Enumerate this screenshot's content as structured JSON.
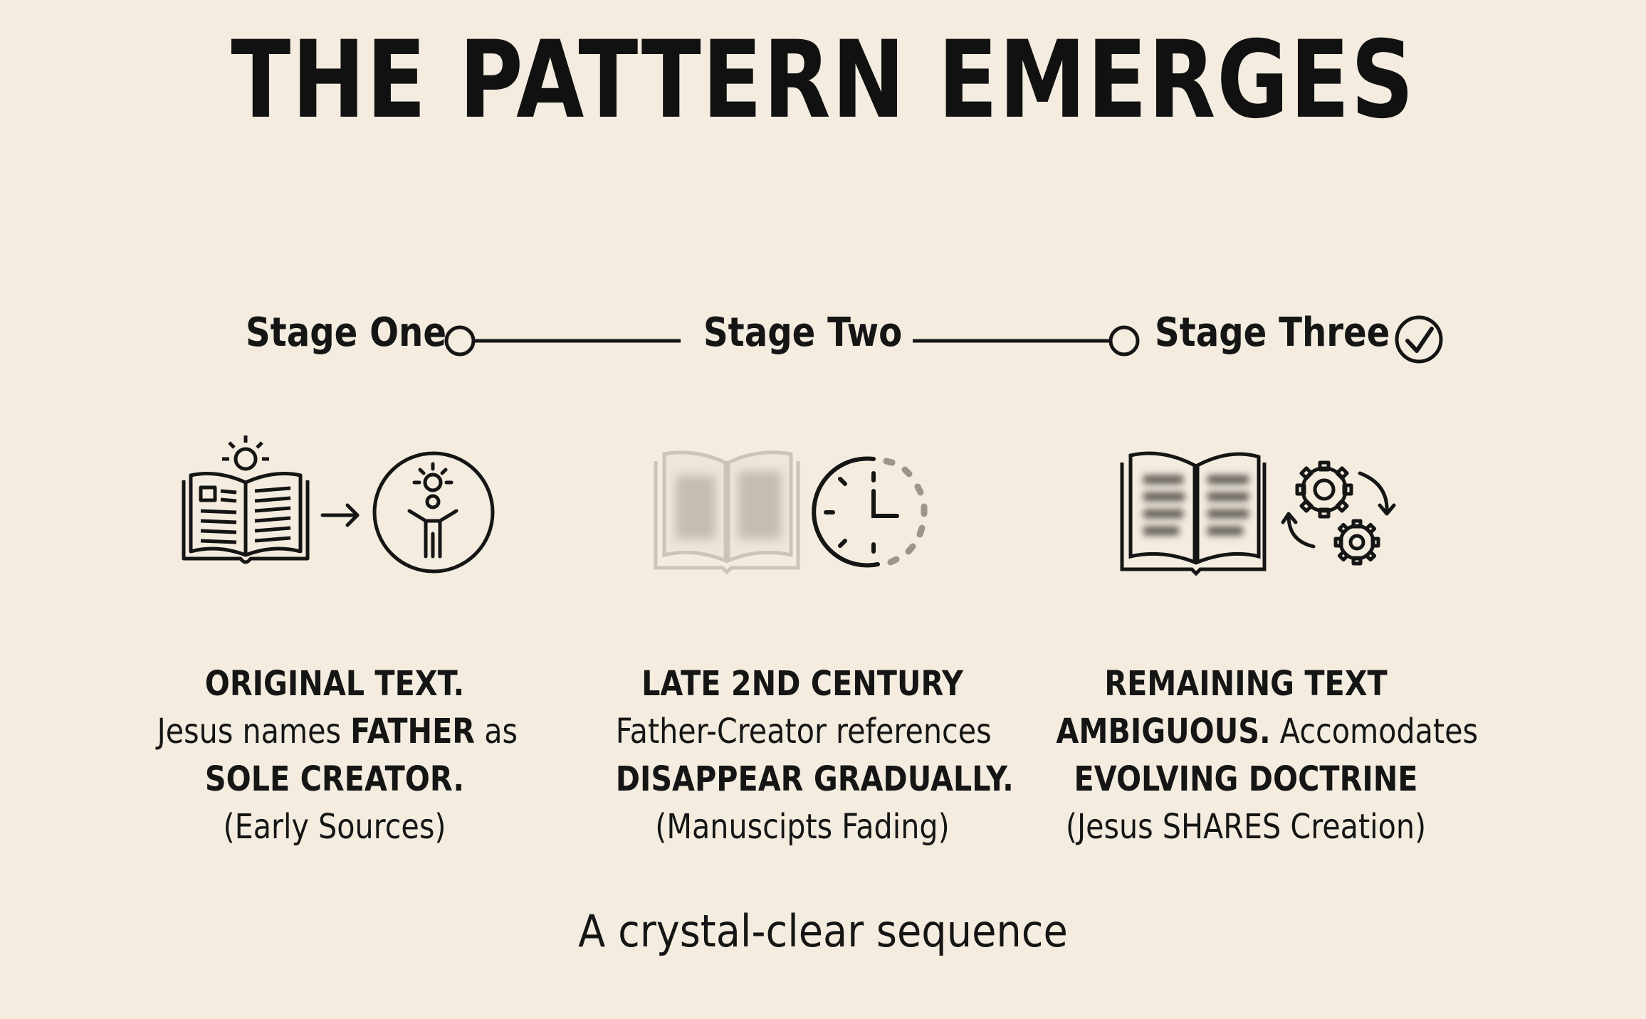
{
  "title": "THE PATTERN EMERGES",
  "stages": [
    {
      "label": "Stage One",
      "lines": [
        {
          "parts": [
            {
              "text": "ORIGINAL TEXT.",
              "bold": true
            }
          ]
        },
        {
          "parts": [
            {
              "text": "Jesus names ",
              "bold": false
            },
            {
              "text": "FATHER",
              "bold": true
            },
            {
              "text": " as",
              "bold": false
            }
          ]
        },
        {
          "parts": [
            {
              "text": "SOLE CREATOR.",
              "bold": true
            }
          ]
        },
        {
          "parts": [
            {
              "text": "(Early Sources)",
              "bold": false
            }
          ]
        }
      ],
      "icons": [
        "open-book-icon",
        "arrow-right-icon",
        "person-enlightened-icon"
      ]
    },
    {
      "label": "Stage Two",
      "lines": [
        {
          "parts": [
            {
              "text": "LATE 2ND CENTURY",
              "bold": true
            }
          ]
        },
        {
          "parts": [
            {
              "text": "Father-Creator references",
              "bold": false
            }
          ]
        },
        {
          "parts": [
            {
              "text": "DISAPPEAR GRADUALLY.",
              "bold": true
            }
          ]
        },
        {
          "parts": [
            {
              "text": "(Manuscipts Fading)",
              "bold": false
            }
          ]
        }
      ],
      "icons": [
        "faded-book-icon",
        "clock-icon"
      ]
    },
    {
      "label": "Stage Three",
      "lines": [
        {
          "parts": [
            {
              "text": "REMAINING TEXT",
              "bold": true
            }
          ]
        },
        {
          "parts": [
            {
              "text": "AMBIGUOUS.",
              "bold": true
            },
            {
              "text": " Accomodates",
              "bold": false
            }
          ]
        },
        {
          "parts": [
            {
              "text": "EVOLVING DOCTRINE",
              "bold": true
            }
          ]
        },
        {
          "parts": [
            {
              "text": "(Jesus SHARES Creation)",
              "bold": false
            }
          ]
        }
      ],
      "icons": [
        "blurred-book-icon",
        "gears-cycle-icon"
      ]
    }
  ],
  "footer": "A crystal-clear sequence",
  "checkmark_icon": "check-circle-icon"
}
